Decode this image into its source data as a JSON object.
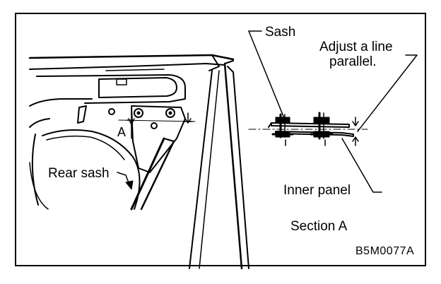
{
  "diagram": {
    "labels": {
      "sash": "Sash",
      "adjust_line_1": "Adjust a line",
      "adjust_line_2": "parallel.",
      "rear_sash": "Rear sash",
      "inner_panel": "Inner panel",
      "section": "Section A",
      "section_marker": "A",
      "figure_code": "B5M0077A"
    }
  }
}
